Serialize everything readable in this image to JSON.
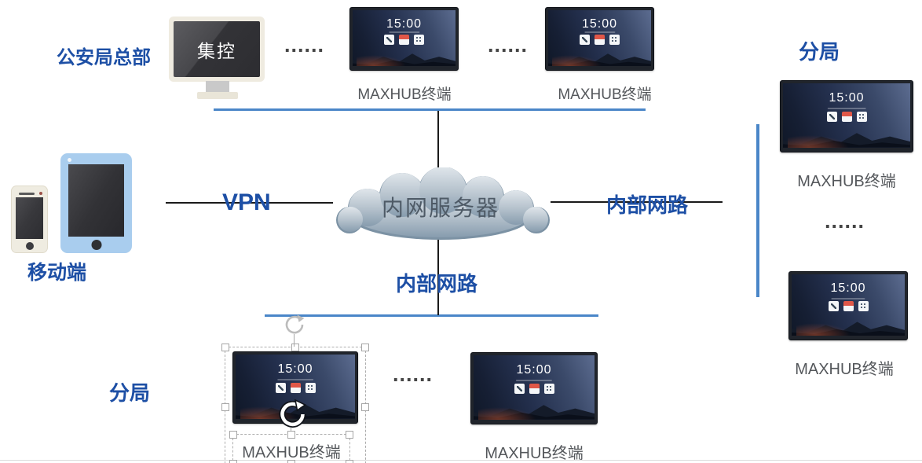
{
  "diagram": {
    "hq_label": "公安局总部",
    "control_monitor_label": "集控",
    "mobile_label": "移动端",
    "vpn_label": "VPN",
    "cloud_label": "内网服务器",
    "internal_right_label": "内部网路",
    "internal_bottom_label": "内部网路",
    "branch_top_right_label": "分局",
    "branch_bottom_left_label": "分局",
    "terminal_label": "MAXHUB终端",
    "terminal_clock": "15:00",
    "ellipsis": "......",
    "icons": {
      "rotate_handle": "rotate-arrow-icon",
      "terminal_apps": [
        "whiteboard-app-icon",
        "meeting-app-icon",
        "apps-grid-icon"
      ]
    },
    "colors": {
      "label_blue": "#1d4fa5",
      "connector_blue": "#4a86c8",
      "connector_black": "#1a1a1a",
      "caption_gray": "#54575b",
      "cloud_text": "#4e5a66",
      "tablet_blue": "#a9cdee",
      "device_cream": "#efebe0",
      "selection_handle_border": "#a6a6a6"
    }
  }
}
